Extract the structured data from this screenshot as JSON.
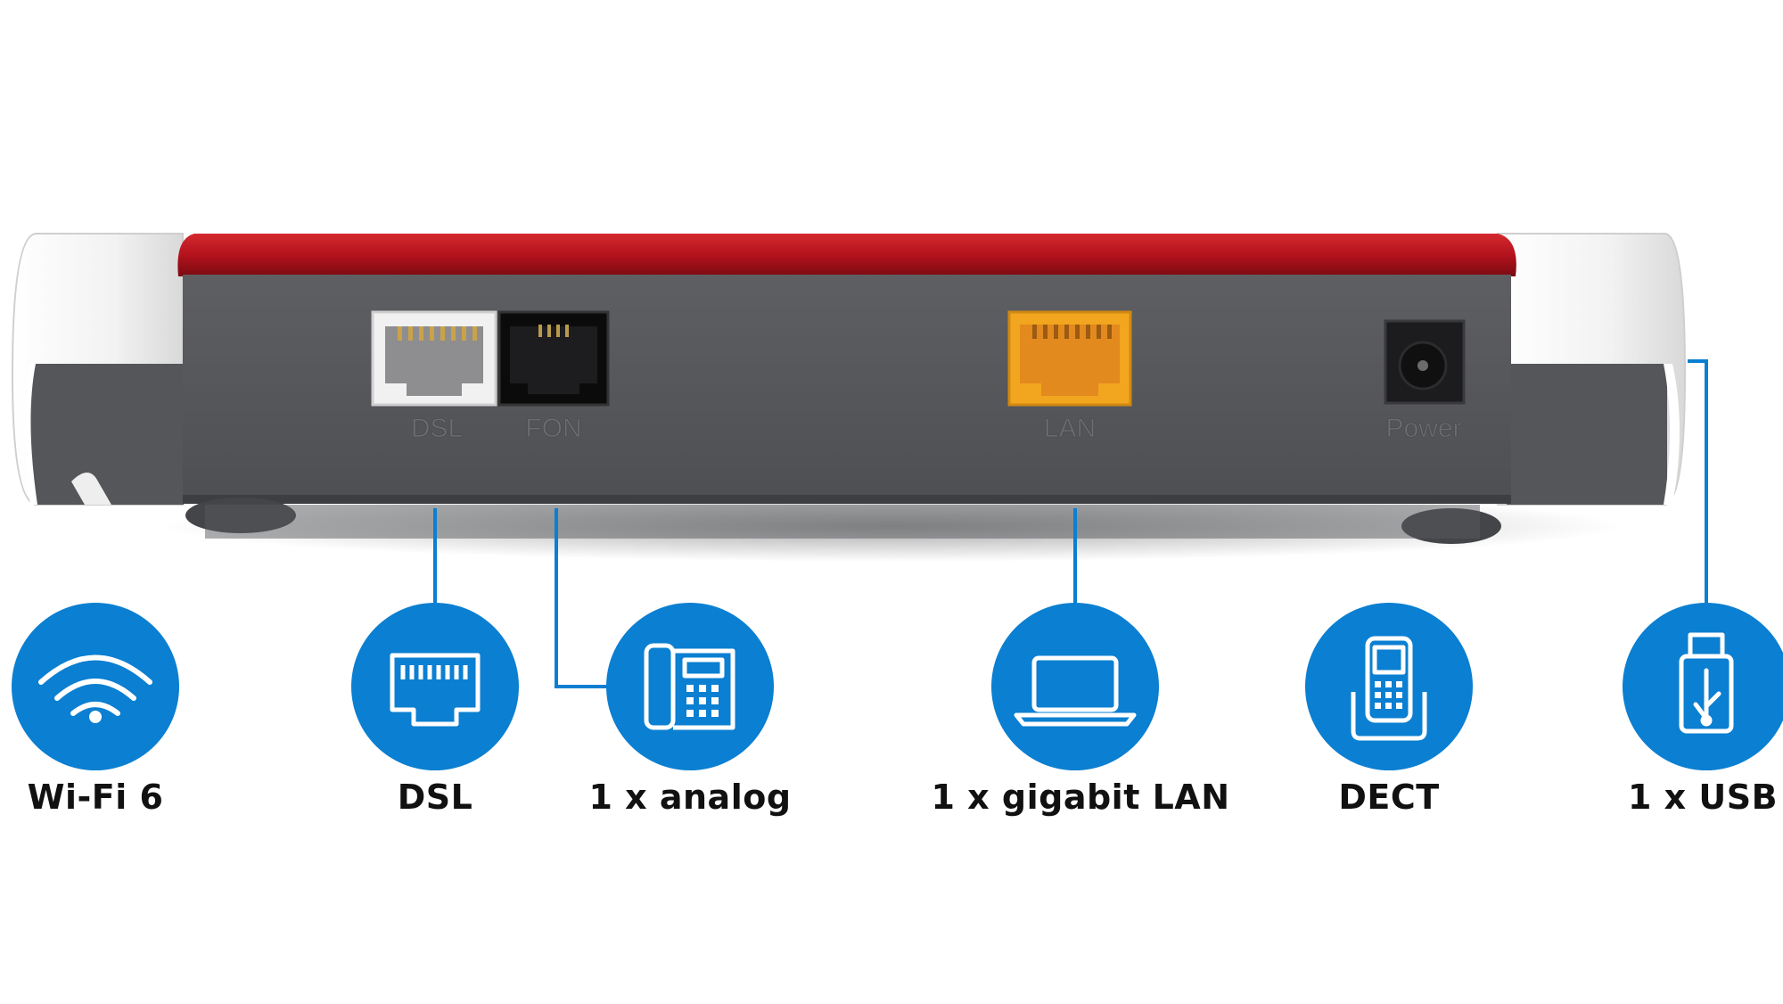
{
  "port_labels": {
    "dsl": "DSL",
    "fon": "FON",
    "lan": "LAN",
    "power": "Power"
  },
  "features": [
    {
      "label": "Wi-Fi 6",
      "icon": "wifi-icon"
    },
    {
      "label": "DSL",
      "icon": "dsl-port-icon"
    },
    {
      "label": "1 x analog",
      "icon": "desk-phone-icon"
    },
    {
      "label": "1 x gigabit LAN",
      "icon": "laptop-icon"
    },
    {
      "label": "DECT",
      "icon": "cordless-phone-icon"
    },
    {
      "label": "1 x USB",
      "icon": "usb-stick-icon"
    }
  ],
  "colors": {
    "accent_blue": "#0b7fd1",
    "router_red": "#b3121c",
    "router_body": "#57585c",
    "lan_port": "#f2a51e"
  }
}
